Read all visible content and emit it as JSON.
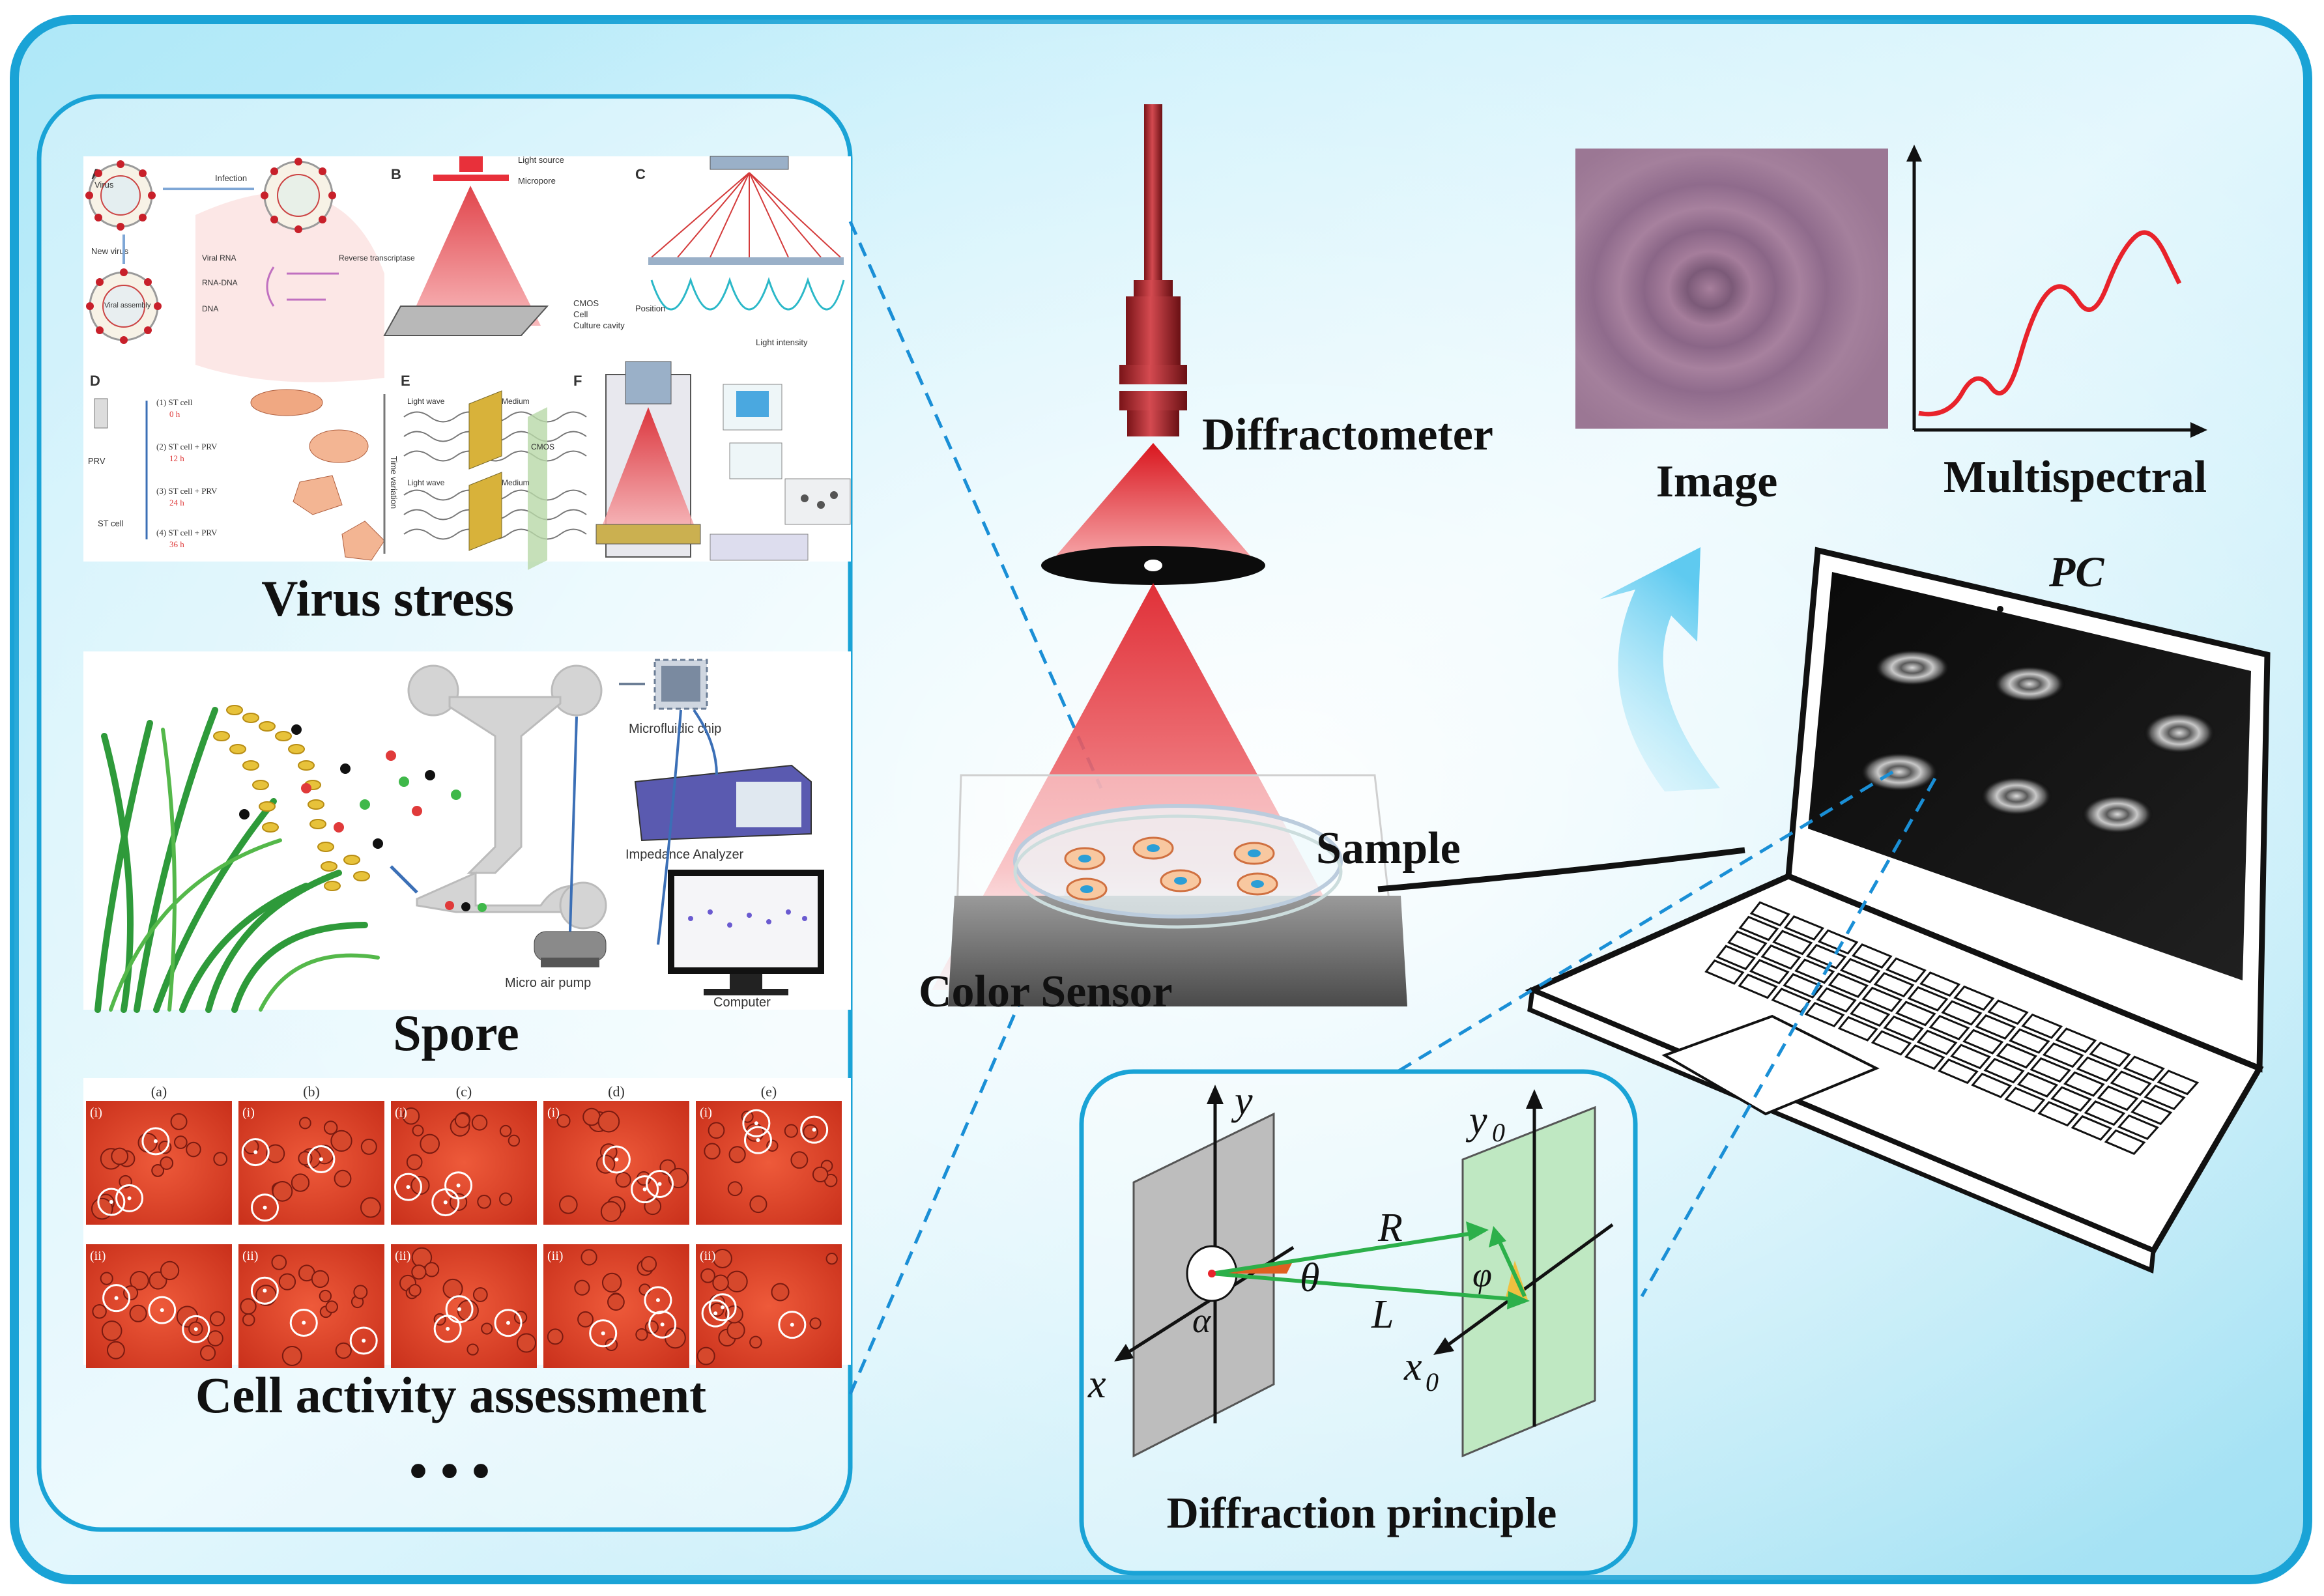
{
  "labels": {
    "virus_stress": "Virus stress",
    "spore": "Spore",
    "cell_activity": "Cell activity assessment",
    "ellipsis": "• • •",
    "diffractometer": "Diffractometer",
    "sample": "Sample",
    "color_sensor": "Color Sensor",
    "image": "Image",
    "multispectral": "Multispectral",
    "pc": "PC",
    "diffraction_principle": "Diffraction principle"
  },
  "virus_panel": {
    "panel_letters": [
      "A",
      "B",
      "C",
      "D",
      "E",
      "F"
    ],
    "a_labels": [
      "Virus",
      "Infection",
      "New virus",
      "Viral RNA",
      "Reverse transcriptase",
      "RNA-DNA",
      "DNA",
      "Viral assembly"
    ],
    "b_labels": [
      "Light source",
      "Micropore",
      "CMOS",
      "Cell",
      "Culture cavity"
    ],
    "c_labels": [
      "Position",
      "Light intensity"
    ],
    "d_labels": [
      "PRV",
      "ST cell"
    ],
    "d_rows": [
      {
        "label": "(1) ST cell",
        "time": "0 h"
      },
      {
        "label": "(2) ST cell + PRV",
        "time": "12 h"
      },
      {
        "label": "(3) ST cell + PRV",
        "time": "24 h"
      },
      {
        "label": "(4) ST cell + PRV",
        "time": "36 h"
      }
    ],
    "d_axis": "Time variation",
    "e_labels": [
      "Light wave",
      "Light wave",
      "Medium",
      "Medium",
      "CMOS"
    ]
  },
  "spore_panel": {
    "labels": [
      "Microfluidic chip",
      "Impedance Analyzer",
      "Micro air pump",
      "Computer"
    ]
  },
  "cell_panel": {
    "columns": [
      "(a)",
      "(b)",
      "(c)",
      "(d)",
      "(e)"
    ],
    "rows": [
      "(i)",
      "(ii)"
    ]
  },
  "principle": {
    "symbols": [
      "y",
      "x",
      "y",
      "0",
      "x",
      "0",
      "R",
      "L",
      "θ",
      "φ",
      "α"
    ]
  },
  "colors": {
    "background": "#bfeefa",
    "frame": "#1aa3d6",
    "laser": "#e8232b",
    "spectrum_line": "#e8232b"
  },
  "spectrum": {
    "description_points": [
      0.95,
      0.97,
      0.78,
      0.93,
      0.55,
      0.45,
      0.62,
      0.34,
      0.25,
      0.47
    ]
  }
}
